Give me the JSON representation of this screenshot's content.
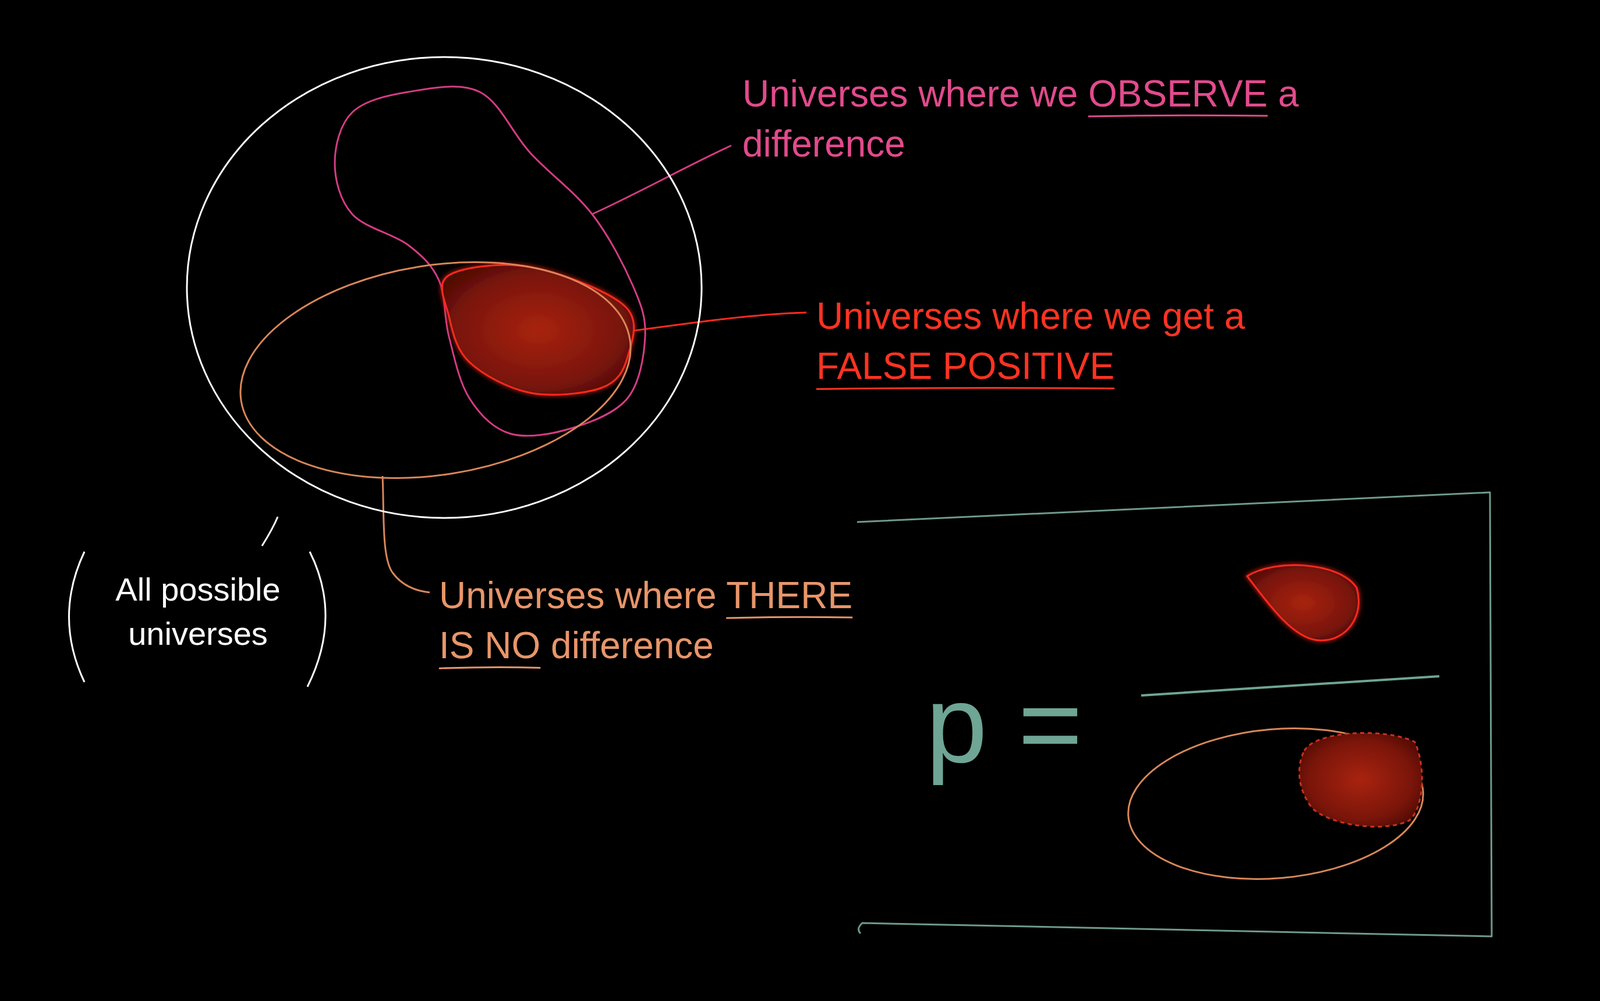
{
  "diagram": {
    "nodes": [
      {
        "text": [
          "All possible universes"
        ]
      },
      {
        "text": [
          "Universes where we OBSERVE a difference"
        ],
        "in": 0
      },
      {
        "text": [
          "Universes where we get a FALSE POSITIVE"
        ],
        "in": 1
      },
      {
        "text": [
          "Universes where THERE IS NO difference"
        ],
        "in": 0
      },
      {
        "text": [
          "p ="
        ]
      }
    ]
  }
}
